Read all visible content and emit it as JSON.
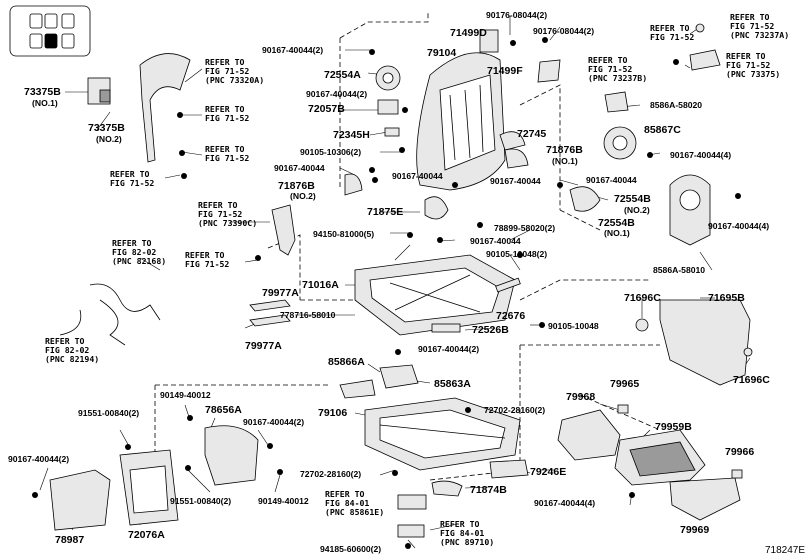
{
  "diagram_code": "718247E",
  "parts": {
    "p73375b_1": "73375B",
    "p73375b_1_note": "(NO.1)",
    "p73375b_2": "73375B",
    "p73375b_2_note": "(NO.2)",
    "p90167_top_l": "90167-40044(2)",
    "p71499d": "71499D",
    "p90176_a": "90176-08044(2)",
    "p90176_b": "90176-08044(2)",
    "p72554a": "72554A",
    "p79104": "79104",
    "p71499f": "71499F",
    "p90167_mid_a": "90167-40044(2)",
    "p72057b": "72057B",
    "p72345h": "72345H",
    "p72745": "72745",
    "p90105_10306": "90105-10306(2)",
    "p71876b_1": "71876B",
    "p71876b_1_note": "(NO.1)",
    "p90167_l1": "90167-40044",
    "p90167_l2": "90167-40044",
    "p71876b_2": "71876B",
    "p71876b_2_note": "(NO.2)",
    "p90167_c1": "90167-40044",
    "p71875e": "71875E",
    "p90167_r1": "90167-40044",
    "p72554b_2": "72554B",
    "p72554b_2_note": "(NO.2)",
    "p72554b_1": "72554B",
    "p72554b_1_note": "(NO.1)",
    "p78899": "78899-58020(2)",
    "p94150": "94150-81000(5)",
    "p90167_c2": "90167-40044",
    "p8586a_58020": "8586A-58020",
    "p85867c": "85867C",
    "p90167_r4": "90167-40044(4)",
    "p90167_rr": "90167-40044(4)",
    "p8586a_58010": "8586A-58010",
    "p90105_10048_2": "90105-10048(2)",
    "p71016a": "71016A",
    "p79977a_1": "79977A",
    "p79977a_2": "79977A",
    "p778716": "778716-58010",
    "p72676": "72676",
    "p72526b": "72526B",
    "p90105_10048": "90105-10048",
    "p71696c_1": "71696C",
    "p71695b": "71695B",
    "p71696c_2": "71696C",
    "p85866a": "85866A",
    "p90167_m2": "90167-40044(2)",
    "p85863a": "85863A",
    "p90149_1": "90149-40012",
    "p91551_a": "91551-00840(2)",
    "p78656a": "78656A",
    "p90167_b2": "90167-40044(2)",
    "p79106": "79106",
    "p72702_a": "72702-28160(2)",
    "p79965": "79965",
    "p79968": "79968",
    "p79959b": "79959B",
    "p90167_bl": "90167-40044(2)",
    "p72702_b": "72702-28160(2)",
    "p79246e": "79246E",
    "p79966": "79966",
    "p91551_b": "91551-00840(2)",
    "p90149_2": "90149-40012",
    "p71874b": "71874B",
    "p90167_b4": "90167-40044(4)",
    "p78987": "78987",
    "p72076a": "72076A",
    "p79969": "79969",
    "p94185": "94185-60600(2)"
  },
  "refs": {
    "r_7352a": "REFER TO\nFIG 71-52\n(PNC 73320A)",
    "r_71_52_a": "REFER TO\nFIG 71-52",
    "r_71_52_b": "REFER TO\nFIG 71-52",
    "r_71_52_c": "REFER TO\nFIG 71-52",
    "r_71_52_d": "REFER TO\nFIG 71-52",
    "r_73237a": "REFER TO\nFIG 71-52\n(PNC 73237A)",
    "r_73237b": "REFER TO\nFIG 71-52\n(PNC 73237B)",
    "r_73375": "REFER TO\nFIG 71-52\n(PNC 73375)",
    "r_73390c": "REFER TO\nFIG 71-52\n(PNC 73390C)",
    "r_71_52_e": "REFER TO\nFIG 71-52",
    "r_82168": "REFER TO\nFIG 82-02\n(PNC 82168)",
    "r_82194": "REFER TO\nFIG 82-02\n(PNC 82194)",
    "r_85861e": "REFER TO\nFIG 84-01\n(PNC 85861E)",
    "r_89710": "REFER TO\nFIG 84-01\n(PNC 89710)"
  },
  "colors": {
    "ink": "#000000",
    "paper": "#ffffff",
    "part_fill": "#e8e8e8",
    "part_dark": "#9a9a9a"
  }
}
